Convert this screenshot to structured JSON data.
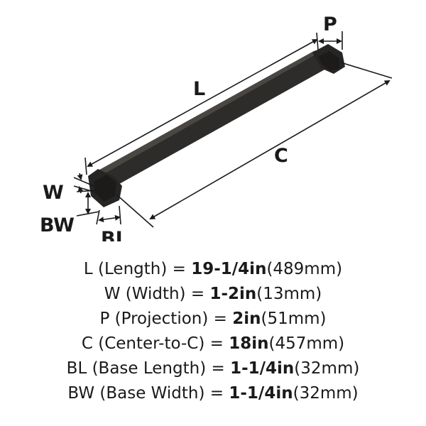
{
  "labels": {
    "length": "L",
    "projection": "P",
    "center": "C",
    "width": "W",
    "base_width": "BW",
    "base_length": "BL"
  },
  "specs": [
    {
      "code": "L",
      "name": "(Length) =",
      "inch": "19-1/4in",
      "mm": "(489mm)"
    },
    {
      "code": "W",
      "name": "(Width) =",
      "inch": "1-2in",
      "mm": "(13mm)"
    },
    {
      "code": "P",
      "name": "(Projection) =",
      "inch": "2in",
      "mm": "(51mm)"
    },
    {
      "code": "C",
      "name": "(Center-to-C) =",
      "inch": "18in",
      "mm": "(457mm)"
    },
    {
      "code": "BL",
      "name": "(Base Length) =",
      "inch": "1-1/4in",
      "mm": "(32mm)"
    },
    {
      "code": "BW",
      "name": "(Base Width) =",
      "inch": "1-1/4in",
      "mm": "(32mm)"
    }
  ]
}
